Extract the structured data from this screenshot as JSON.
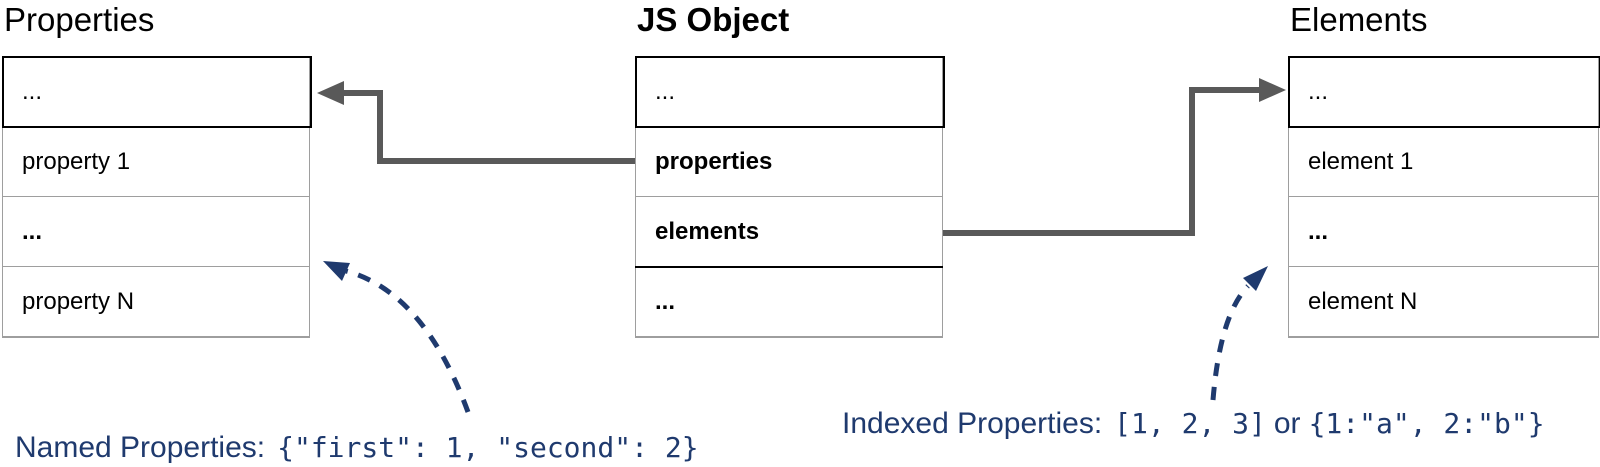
{
  "diagram": {
    "properties_table": {
      "title": "Properties",
      "rows": [
        "...",
        "property 1",
        "...",
        "property N"
      ]
    },
    "js_object_table": {
      "title": "JS Object",
      "rows": [
        "...",
        "properties",
        "elements",
        "..."
      ]
    },
    "elements_table": {
      "title": "Elements",
      "rows": [
        "...",
        "element 1",
        "...",
        "element N"
      ]
    },
    "annotations": {
      "named": {
        "label": "Named Properties:",
        "code": "{\"first\": 1, \"second\": 2}"
      },
      "indexed": {
        "label": "Indexed Properties:",
        "code_array": "[1, 2, 3]",
        "or": "or",
        "code_object": "{1:\"a\", 2:\"b\"}"
      }
    },
    "colors": {
      "annotation_blue": "#1f3a6e",
      "connector_gray": "#595959",
      "border_gray": "#9e9e9e",
      "border_black": "#000000"
    }
  }
}
